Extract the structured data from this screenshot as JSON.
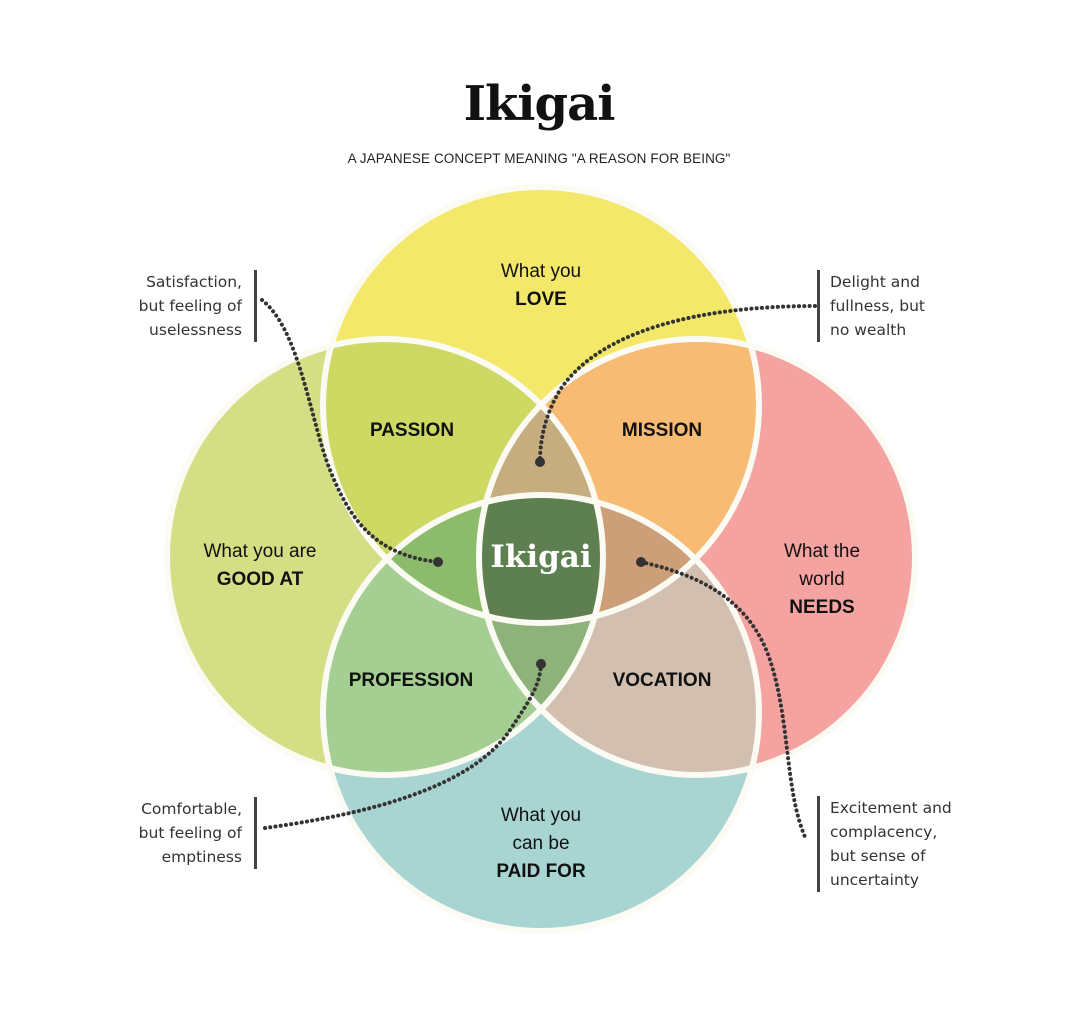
{
  "header": {
    "title": "Ikigai",
    "subtitle": "A JAPANESE CONCEPT MEANING \"A REASON FOR BEING\""
  },
  "circles": {
    "love": {
      "line1": "What you",
      "bold": "LOVE",
      "color": "#f3e86a"
    },
    "good_at": {
      "line1": "What you are",
      "bold": "GOOD AT",
      "color": "#d3de85"
    },
    "needs": {
      "line1": "What the",
      "line2": "world",
      "bold": "NEEDS",
      "color": "#f4a3a0"
    },
    "paid_for": {
      "line1": "What you",
      "line2": "can be",
      "bold": "PAID FOR",
      "color": "#a8d4d2"
    }
  },
  "zones": {
    "passion": {
      "label": "PASSION",
      "color": "#cdd962"
    },
    "mission": {
      "label": "MISSION",
      "color": "#f7bb74"
    },
    "profession": {
      "label": "PROFESSION",
      "color": "#a5cf92"
    },
    "vocation": {
      "label": "VOCATION",
      "color": "#d2bfaf"
    }
  },
  "triples": {
    "top": {
      "color": "#c6ad7f"
    },
    "left": {
      "color": "#8cbb6b"
    },
    "right": {
      "color": "#cc9f78"
    },
    "bottom": {
      "color": "#8eb37a"
    }
  },
  "center": {
    "label": "Ikigai",
    "color": "#5e7f50"
  },
  "annotations": {
    "top_left": [
      "Satisfaction,",
      "but feeling of",
      "uselessness"
    ],
    "top_right": [
      "Delight and",
      "fullness, but",
      "no wealth"
    ],
    "bottom_left": [
      "Comfortable,",
      "but feeling of",
      "emptiness"
    ],
    "bottom_right": [
      "Excitement and",
      "complacency,",
      "but sense of",
      "uncertainty"
    ]
  },
  "colors": {
    "outline": "#fbfbf4",
    "leader": "#333333"
  }
}
